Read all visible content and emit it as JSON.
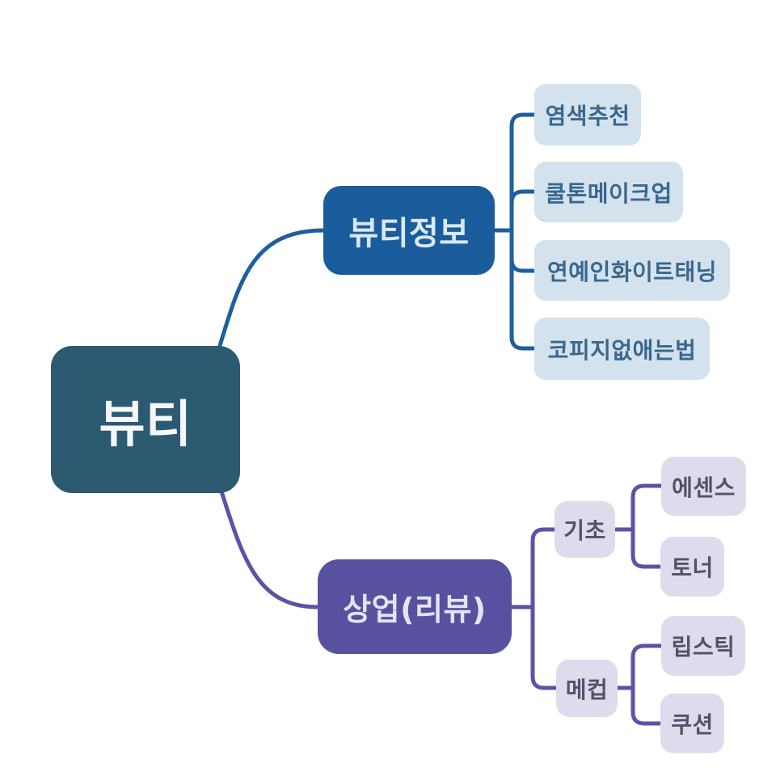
{
  "mindmap": {
    "root": {
      "label": "뷰티"
    },
    "branches": [
      {
        "label": "뷰티정보",
        "children": [
          {
            "label": "염색추천"
          },
          {
            "label": "쿨톤메이크업"
          },
          {
            "label": "연예인화이트태닝"
          },
          {
            "label": "코피지없애는법"
          }
        ]
      },
      {
        "label": "상업(리뷰)",
        "children": [
          {
            "label": "기초",
            "children": [
              {
                "label": "에센스"
              },
              {
                "label": "토너"
              }
            ]
          },
          {
            "label": "메컵",
            "children": [
              {
                "label": "립스틱"
              },
              {
                "label": "쿠션"
              }
            ]
          }
        ]
      }
    ]
  },
  "colors": {
    "root_bg": "#2C5A71",
    "root_text": "#F4F8FA",
    "info_branch_bg": "#1A5C9C",
    "info_branch_text": "#D9E8F3",
    "info_edge": "#1E5F9C",
    "info_child_bg": "#D4E2EE",
    "info_child_text": "#38688F",
    "review_branch_bg": "#57519F",
    "review_branch_text": "#E5E3F2",
    "review_edge": "#5B53A6",
    "review_child_bg": "#DEDCEC",
    "review_child_text": "#54516A",
    "background": "#FFFFFF"
  }
}
